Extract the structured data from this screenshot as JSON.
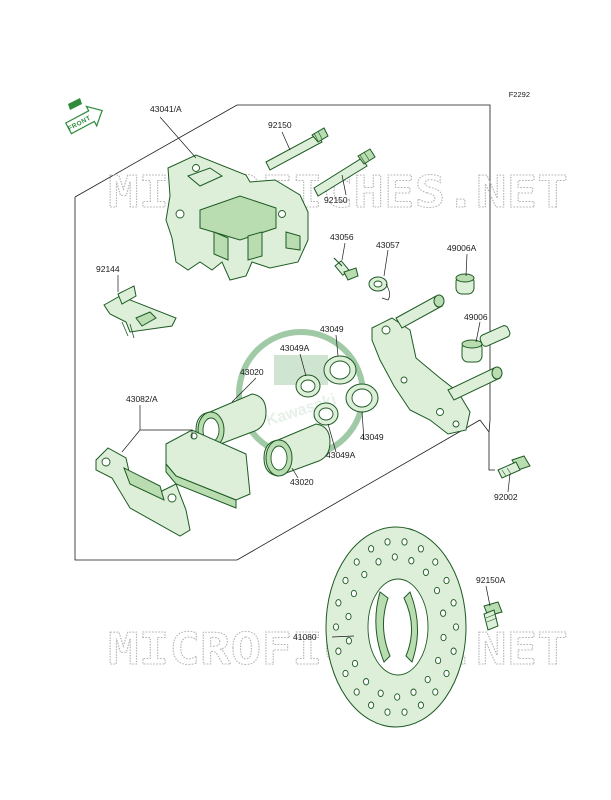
{
  "diagram_ref": "F2292",
  "front_arrow": {
    "label": "FRONT",
    "icon": "front-arrow-icon"
  },
  "watermark": {
    "text": "MICROFICHES.NET",
    "logo_text": "Kawasaki",
    "icon": "kawasaki-logo-icon"
  },
  "parts": {
    "caliper": "43041/A",
    "pin_a": "92150",
    "pin_b": "92150",
    "spring": "92144",
    "bleeder": "43056",
    "bleeder_cap": "43057",
    "boot_a": "49006A",
    "boot_b": "49006",
    "seal_top": "43049",
    "seal_top_a": "43049A",
    "piston_a": "43020",
    "piston_b": "43020",
    "seal_bottom": "43049",
    "seal_bottom_a": "43049A",
    "pads": "43082/A",
    "bolt": "92002",
    "disc_bolt": "92150A",
    "disc": "41080"
  },
  "colors": {
    "part_fill": "#ddefd8",
    "part_stroke": "#1d5b24",
    "accent": "#2f8a3c",
    "watermark": "#b5b5b5"
  }
}
